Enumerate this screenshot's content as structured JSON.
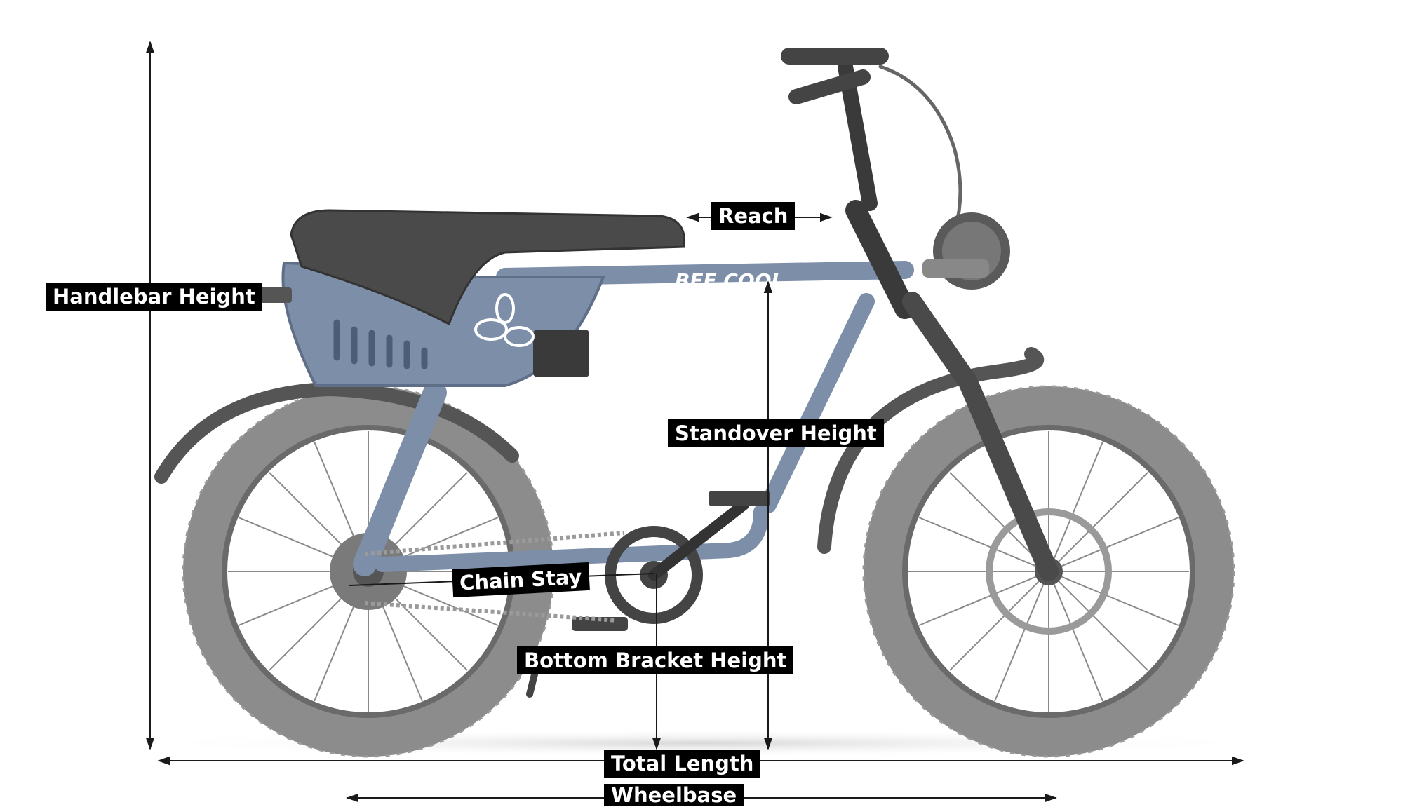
{
  "brand_text": "BEE COOL",
  "labels": {
    "reach": "Reach",
    "handlebar_height": "Handlebar Height",
    "standover_height": "Standover Height",
    "chain_stay": "Chain Stay",
    "bottom_bracket_height": "Bottom Bracket Height",
    "total_length": "Total Length",
    "wheelbase": "Wheelbase"
  },
  "colors": {
    "frame": "#7d8ea8",
    "frame_dark": "#5f6f88",
    "tire": "#8c8c8c",
    "tire_dark": "#6a6a6a",
    "seat": "#4a4a4a",
    "label_bg": "#000000",
    "label_text": "#ffffff",
    "dimension_line": "#1a1a1a"
  }
}
